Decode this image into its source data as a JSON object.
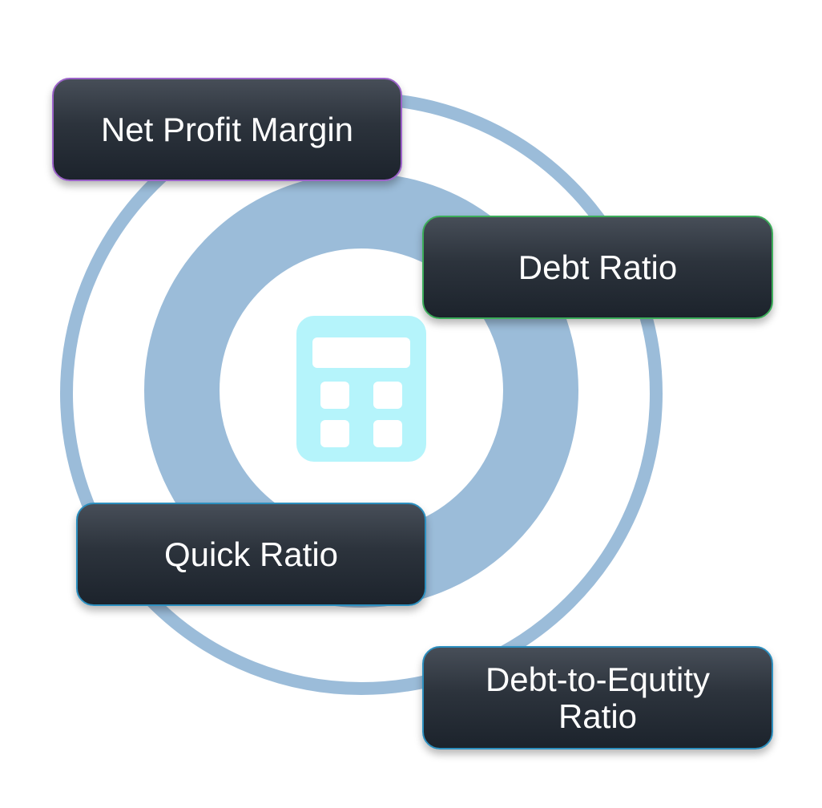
{
  "diagram": {
    "center_icon": "calculator-icon",
    "colors": {
      "ring": "#9bbcd9",
      "icon": "#b5f4fb",
      "card_fill": "#2c333c",
      "card_text": "#ffffff",
      "border_purple": "#9b62c9",
      "border_green": "#3cad5a",
      "border_blue": "#2c8fbf"
    },
    "cards": {
      "net_profit_margin": "Net Profit Margin",
      "debt_ratio": "Debt Ratio",
      "quick_ratio": "Quick Ratio",
      "debt_to_equity_ratio": "Debt-to-Equtity Ratio"
    }
  }
}
